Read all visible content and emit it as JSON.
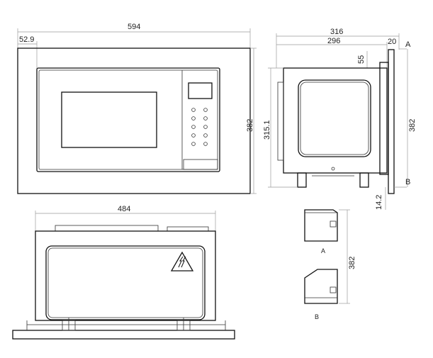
{
  "front_view": {
    "width_label": "594",
    "frame_label": "52.9",
    "height_label": "382"
  },
  "side_view": {
    "overall_depth_label": "316",
    "body_depth_label": "296",
    "frame_thickness_label": "20",
    "top_offset_label": "55",
    "body_height_label": "315.1",
    "height_label": "382",
    "bottom_offset_label": "14.2",
    "point_a_label": "A",
    "point_b_label": "B"
  },
  "rear_view": {
    "width_label": "484"
  },
  "details": {
    "height_label": "382",
    "detail_a_label": "A",
    "detail_b_label": "B"
  }
}
